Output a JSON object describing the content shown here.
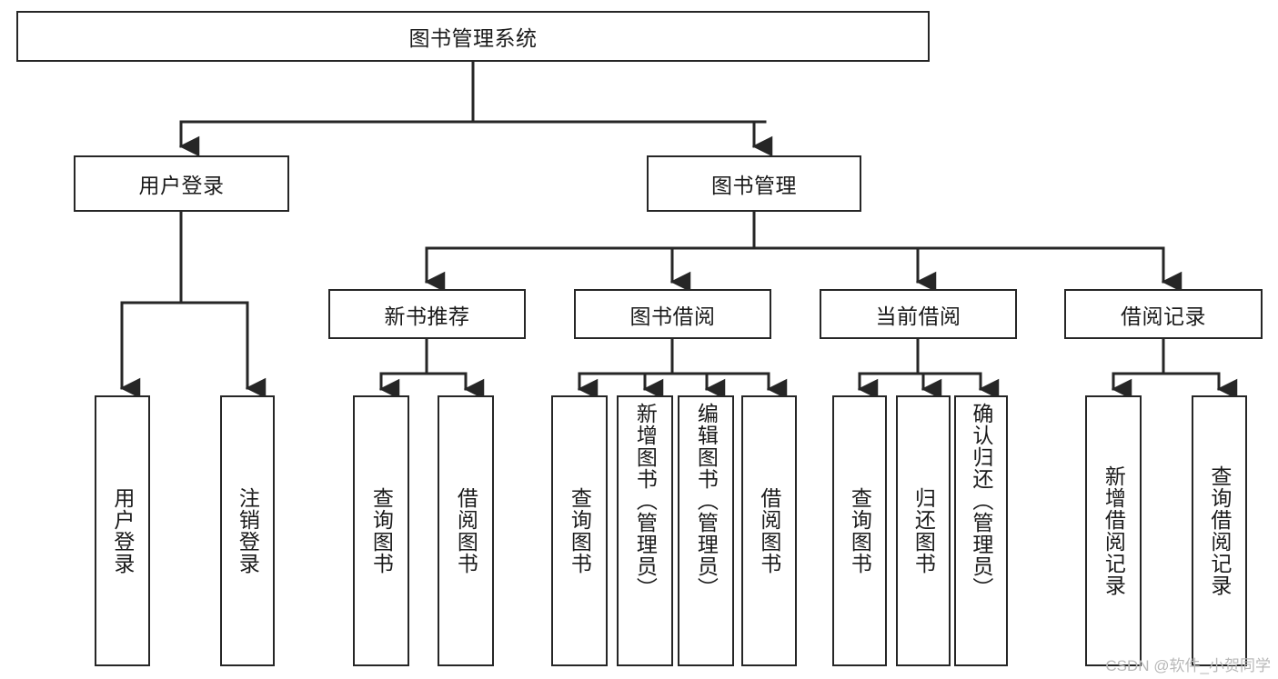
{
  "diagram": {
    "type": "tree-hierarchy-chart",
    "title": "图书管理系统",
    "background_color": "#ffffff",
    "box_border_color": "#262626",
    "text_color": "#1a1a1a",
    "connector_color": "#262626",
    "levels": {
      "level1": [
        {
          "id": "root",
          "label": "图书管理系统",
          "orientation": "horizontal"
        }
      ],
      "level2": [
        {
          "id": "user-login",
          "label": "用户登录",
          "orientation": "horizontal"
        },
        {
          "id": "book-manage",
          "label": "图书管理",
          "orientation": "horizontal"
        }
      ],
      "level3": [
        {
          "id": "new-book-recommend",
          "label": "新书推荐",
          "orientation": "horizontal"
        },
        {
          "id": "book-borrow",
          "label": "图书借阅",
          "orientation": "horizontal"
        },
        {
          "id": "current-borrow",
          "label": "当前借阅",
          "orientation": "horizontal"
        },
        {
          "id": "borrow-record",
          "label": "借阅记录",
          "orientation": "horizontal"
        }
      ],
      "level4": [
        {
          "id": "leaf-user-login",
          "label": "用户登录",
          "orientation": "vertical",
          "parent": "user-login"
        },
        {
          "id": "leaf-logout-login",
          "label": "注销登录",
          "orientation": "vertical",
          "parent": "user-login"
        },
        {
          "id": "leaf-query-book-1",
          "label": "查询图书",
          "orientation": "vertical",
          "parent": "new-book-recommend"
        },
        {
          "id": "leaf-borrow-book-1",
          "label": "借阅图书",
          "orientation": "vertical",
          "parent": "new-book-recommend"
        },
        {
          "id": "leaf-query-book-2",
          "label": "查询图书",
          "orientation": "vertical",
          "parent": "book-borrow"
        },
        {
          "id": "leaf-add-book",
          "label": "新增图书（管理员）",
          "orientation": "vertical",
          "parent": "book-borrow"
        },
        {
          "id": "leaf-edit-book",
          "label": "编辑图书（管理员）",
          "orientation": "vertical",
          "parent": "book-borrow"
        },
        {
          "id": "leaf-borrow-book-2",
          "label": "借阅图书",
          "orientation": "vertical",
          "parent": "book-borrow"
        },
        {
          "id": "leaf-query-book-3",
          "label": "查询图书",
          "orientation": "vertical",
          "parent": "current-borrow"
        },
        {
          "id": "leaf-return-book",
          "label": "归还图书",
          "orientation": "vertical",
          "parent": "current-borrow"
        },
        {
          "id": "leaf-confirm-return",
          "label": "确认归还（管理员）",
          "orientation": "vertical",
          "parent": "current-borrow"
        },
        {
          "id": "leaf-add-record",
          "label": "新增借阅记录",
          "orientation": "vertical",
          "parent": "borrow-record"
        },
        {
          "id": "leaf-query-record",
          "label": "查询借阅记录",
          "orientation": "vertical",
          "parent": "borrow-record"
        }
      ]
    }
  },
  "watermark": {
    "text": "CSDN @软件_小贺同学",
    "color": "#b9b9b9"
  }
}
